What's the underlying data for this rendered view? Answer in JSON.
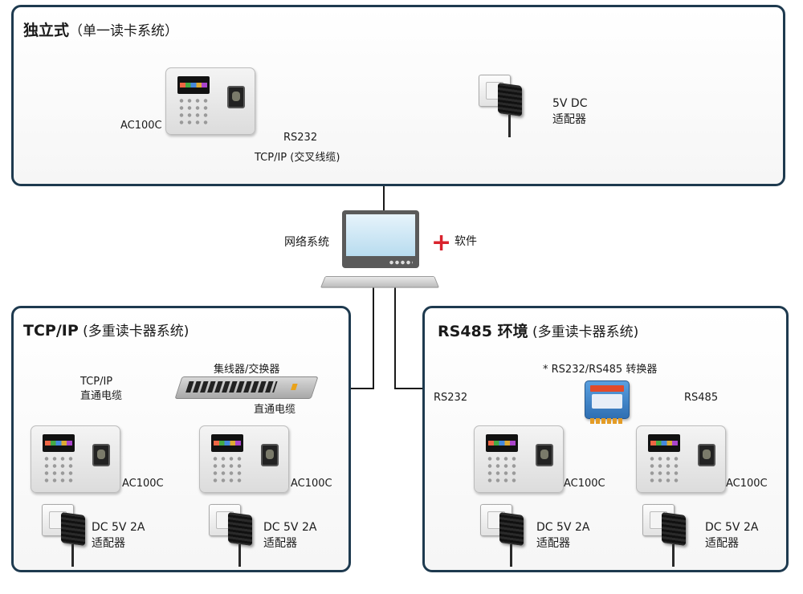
{
  "colors": {
    "panel_border": "#1e3a4f",
    "plus_accent": "#d9232d",
    "converter_blue": "#2f6fb3"
  },
  "icons": {
    "device": "fingerprint-terminal-icon",
    "adapter": "power-adapter-icon",
    "computer": "computer-icon",
    "switch": "network-switch-icon",
    "converter": "rs232-rs485-converter-icon"
  },
  "standalone": {
    "title_bold": "独立式",
    "title_rest": "（单一读卡系统）",
    "device_label": "AC100C",
    "adapter_label_line1": "5V DC",
    "adapter_label_line2": "适配器",
    "link_label_1": "RS232",
    "link_label_2": "TCP/IP (交叉线缆)"
  },
  "center": {
    "network_label": "网络系统",
    "plus": "+",
    "software_label": "软件"
  },
  "tcp": {
    "title_bold": "TCP/IP",
    "title_rest": " (多重读卡器系统)",
    "switch_label": "集线器/交换器",
    "cable_left_line1": "TCP/IP",
    "cable_left_line2": "直通电缆",
    "cable_right": "直通电缆",
    "devices": [
      {
        "label": "AC100C",
        "adapter_line1": "DC 5V 2A",
        "adapter_line2": "适配器"
      },
      {
        "label": "AC100C",
        "adapter_line1": "DC 5V 2A",
        "adapter_line2": "适配器"
      }
    ]
  },
  "rs485": {
    "title_bold": "RS485 环境",
    "title_rest": " (多重读卡器系统)",
    "converter_label": "* RS232/RS485 转换器",
    "left_link": "RS232",
    "right_link": "RS485",
    "devices": [
      {
        "label": "AC100C",
        "adapter_line1": "DC 5V 2A",
        "adapter_line2": "适配器"
      },
      {
        "label": "AC100C",
        "adapter_line1": "DC 5V 2A",
        "adapter_line2": "适配器"
      }
    ]
  }
}
